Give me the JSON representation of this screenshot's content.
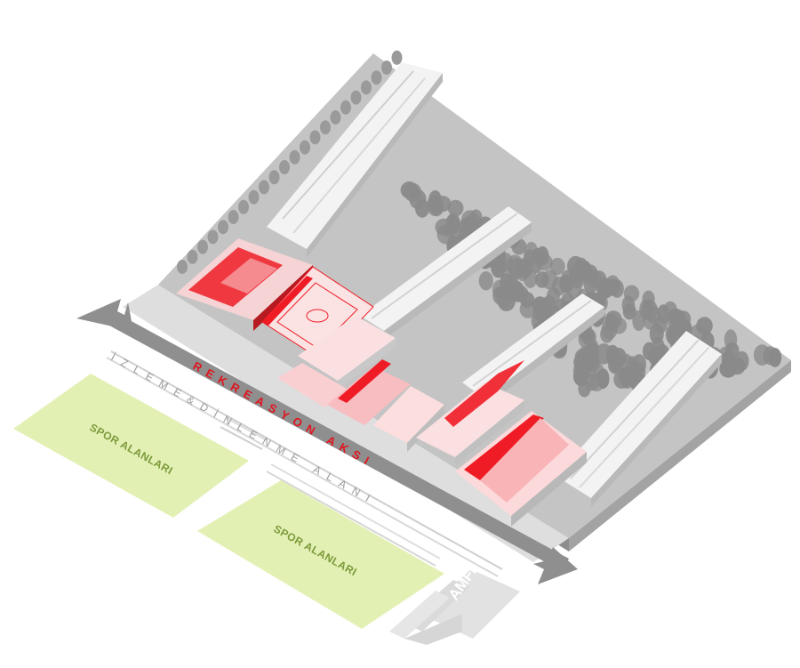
{
  "labels": {
    "spor_1": "SPOR ALANLARI",
    "spor_2": "SPOR ALANLARI",
    "rekreasyon": "REKREASYON AKSI",
    "izleme": "İZLEME&DİNLENME ALANI",
    "amfi": "AMFİ"
  },
  "colors": {
    "accent_red": "#ef1c26",
    "sport_field": "#e3f0b4",
    "site_base": "#bdbdbd",
    "building_white": "#f2f2f2",
    "tree": "#8a8a8a",
    "arrow": "#8f8f8f"
  },
  "icons": [
    "double-headed-arrow-icon",
    "tree-icon"
  ]
}
